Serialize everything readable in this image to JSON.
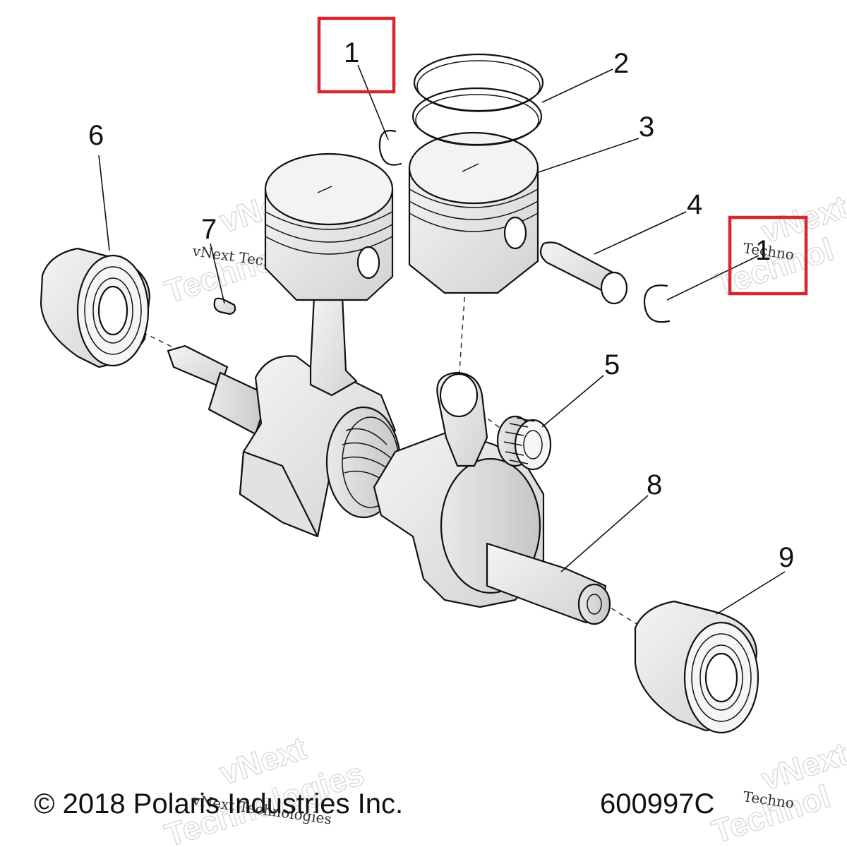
{
  "callouts": [
    {
      "label": "1"
    },
    {
      "label": "2"
    },
    {
      "label": "3"
    },
    {
      "label": "4"
    },
    {
      "label": "5"
    },
    {
      "label": "6"
    },
    {
      "label": "7"
    },
    {
      "label": "8"
    },
    {
      "label": "9"
    },
    {
      "label": "1"
    }
  ],
  "highlight_color": "#d9262c",
  "watermark": {
    "line1": "vNext Technologies",
    "line2": "Technologies",
    "line3": "vNext",
    "line4": "Techno",
    "line5": "Technol"
  },
  "footer": {
    "copyright": "© 2018 Polaris Industries Inc.",
    "part_number": "600997C"
  }
}
